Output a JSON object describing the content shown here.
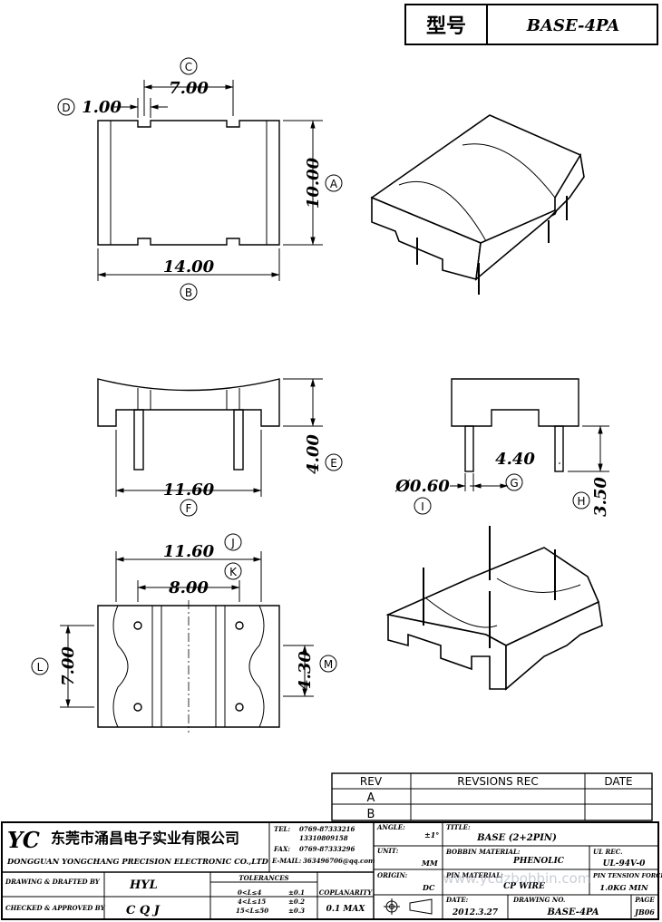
{
  "header": {
    "model_label": "型号",
    "model_value": "BASE-4PA"
  },
  "dimensions": {
    "a": "10.00",
    "b": "14.00",
    "c": "7.00",
    "d": "1.00",
    "e": "4.00",
    "f": "11.60",
    "g": "4.40",
    "h": "3.50",
    "i": "Ø0.60",
    "j": "11.60",
    "k": "8.00",
    "l": "7.00",
    "m": "4.30"
  },
  "callouts": {
    "a": "A",
    "b": "B",
    "c": "C",
    "d": "D",
    "e": "E",
    "f": "F",
    "g": "G",
    "h": "H",
    "i": "I",
    "j": "J",
    "k": "K",
    "l": "L",
    "m": "M"
  },
  "revisions": {
    "col_rev": "REV",
    "col_rec": "REVSIONS REC",
    "col_date": "DATE",
    "row1": "A",
    "row2": "B"
  },
  "company": {
    "logo": "YC",
    "name_cn": "东莞市涌昌电子实业有限公司",
    "name_en": "DONGGUAN YONGCHANG PRECISION ELECTRONIC CO.,LTD",
    "tel_label": "TEL:",
    "tel_1": "0769-87333216",
    "tel_2": "13310809158",
    "fax_label": "FAX:",
    "fax": "0769-87333296",
    "email_label": "E-MAIL:",
    "email": "363496706@qq.com"
  },
  "title_block": {
    "angle_label": "ANGLE:",
    "angle_value": "±1°",
    "title_label": "TITLE:",
    "title_value": "BASE (2+2PIN)",
    "unit_label": "UNIT:",
    "unit_value": "MM",
    "bobbin_label": "BOBBIN MATERIAL:",
    "bobbin_value": "PHENOLIC",
    "ul_label": "UL REC.",
    "ul_value": "UL-94V-0",
    "origin_label": "ORIGIN:",
    "origin_value": "DC",
    "pin_label": "PIN MATERIAL:",
    "pin_value": "CP WIRE",
    "tension_label": "PIN TENSION FORCE",
    "tension_value": "1.0KG MIN",
    "drawn_label": "DRAWING & DRAFTED BY",
    "drawn_value": "HYL",
    "checked_label": "CHECKED & APPROVED BY",
    "checked_value": "C Q J",
    "tol_label": "TOLERANCES",
    "tol_r1_range": "0<L≤4",
    "tol_r1_val": "±0.1",
    "tol_r2_range": "4<L≤15",
    "tol_r2_val": "±0.2",
    "tol_r3_range": "15<L≤50",
    "tol_r3_val": "±0.3",
    "coplanarity_label": "COPLANARITY",
    "coplanarity_value": "0.1 MAX",
    "date_label": "DATE:",
    "date_value": "2012.3.27",
    "drawing_no_label": "DRAWING NO.",
    "drawing_no_value": "BASE-4PA",
    "page_label": "PAGE",
    "page_value": "JB06",
    "watermark": "www.ycdzbobbin.com"
  }
}
